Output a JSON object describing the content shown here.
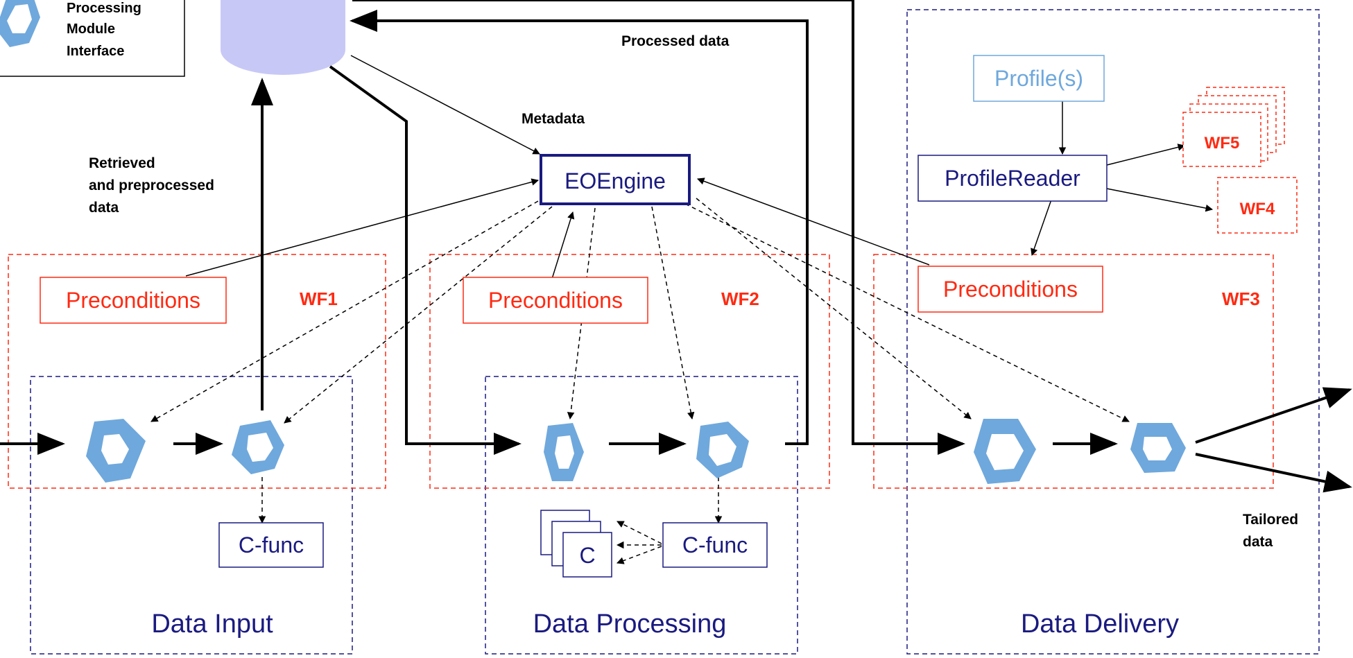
{
  "legend": {
    "lines": [
      "Processing",
      "Module",
      "Interface"
    ]
  },
  "labels": {
    "processed_data": "Processed data",
    "metadata": "Metadata",
    "retrieved_lines": [
      "Retrieved",
      "and preprocessed",
      "data"
    ],
    "tailored_lines": [
      "Tailored",
      "data"
    ]
  },
  "engine": {
    "label": "EOEngine"
  },
  "profile": {
    "label": "Profile(s)"
  },
  "profile_reader": {
    "label": "ProfileReader"
  },
  "workflows": {
    "wf1": "WF1",
    "wf2": "WF2",
    "wf3": "WF3",
    "wf4": "WF4",
    "wf5": "WF5"
  },
  "preconditions": {
    "p1": "Preconditions",
    "p2": "Preconditions",
    "p3": "Preconditions"
  },
  "cfunc": {
    "c1": "C-func",
    "c2": "C-func"
  },
  "c_stack": {
    "label": "C"
  },
  "groups": {
    "input": "Data Input",
    "processing": "Data Processing",
    "delivery": "Data Delivery"
  },
  "colors": {
    "navy": "#1a1a80",
    "red": "#ff2a12",
    "module_blue": "#6fa8dc",
    "db_fill": "#c8c8f7",
    "profile_text": "#6fa8dc"
  }
}
